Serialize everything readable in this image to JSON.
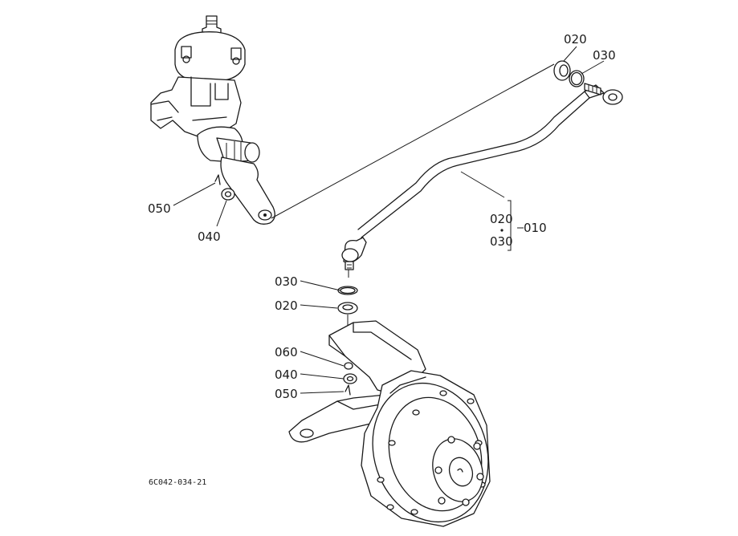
{
  "diagram": {
    "drawing_code": "6C042-034-21",
    "callouts": {
      "tie_rod_assembly": "010",
      "tie_rod_ref_upper": "020",
      "tie_rod_ref_lower": "030",
      "top_seal_020": "020",
      "top_ring_030": "030",
      "arm_pin_050": "050",
      "arm_nut_040": "040",
      "knuckle_ring_030": "030",
      "knuckle_seal_020": "020",
      "knuckle_060": "060",
      "knuckle_040": "040",
      "knuckle_050": "050"
    }
  }
}
